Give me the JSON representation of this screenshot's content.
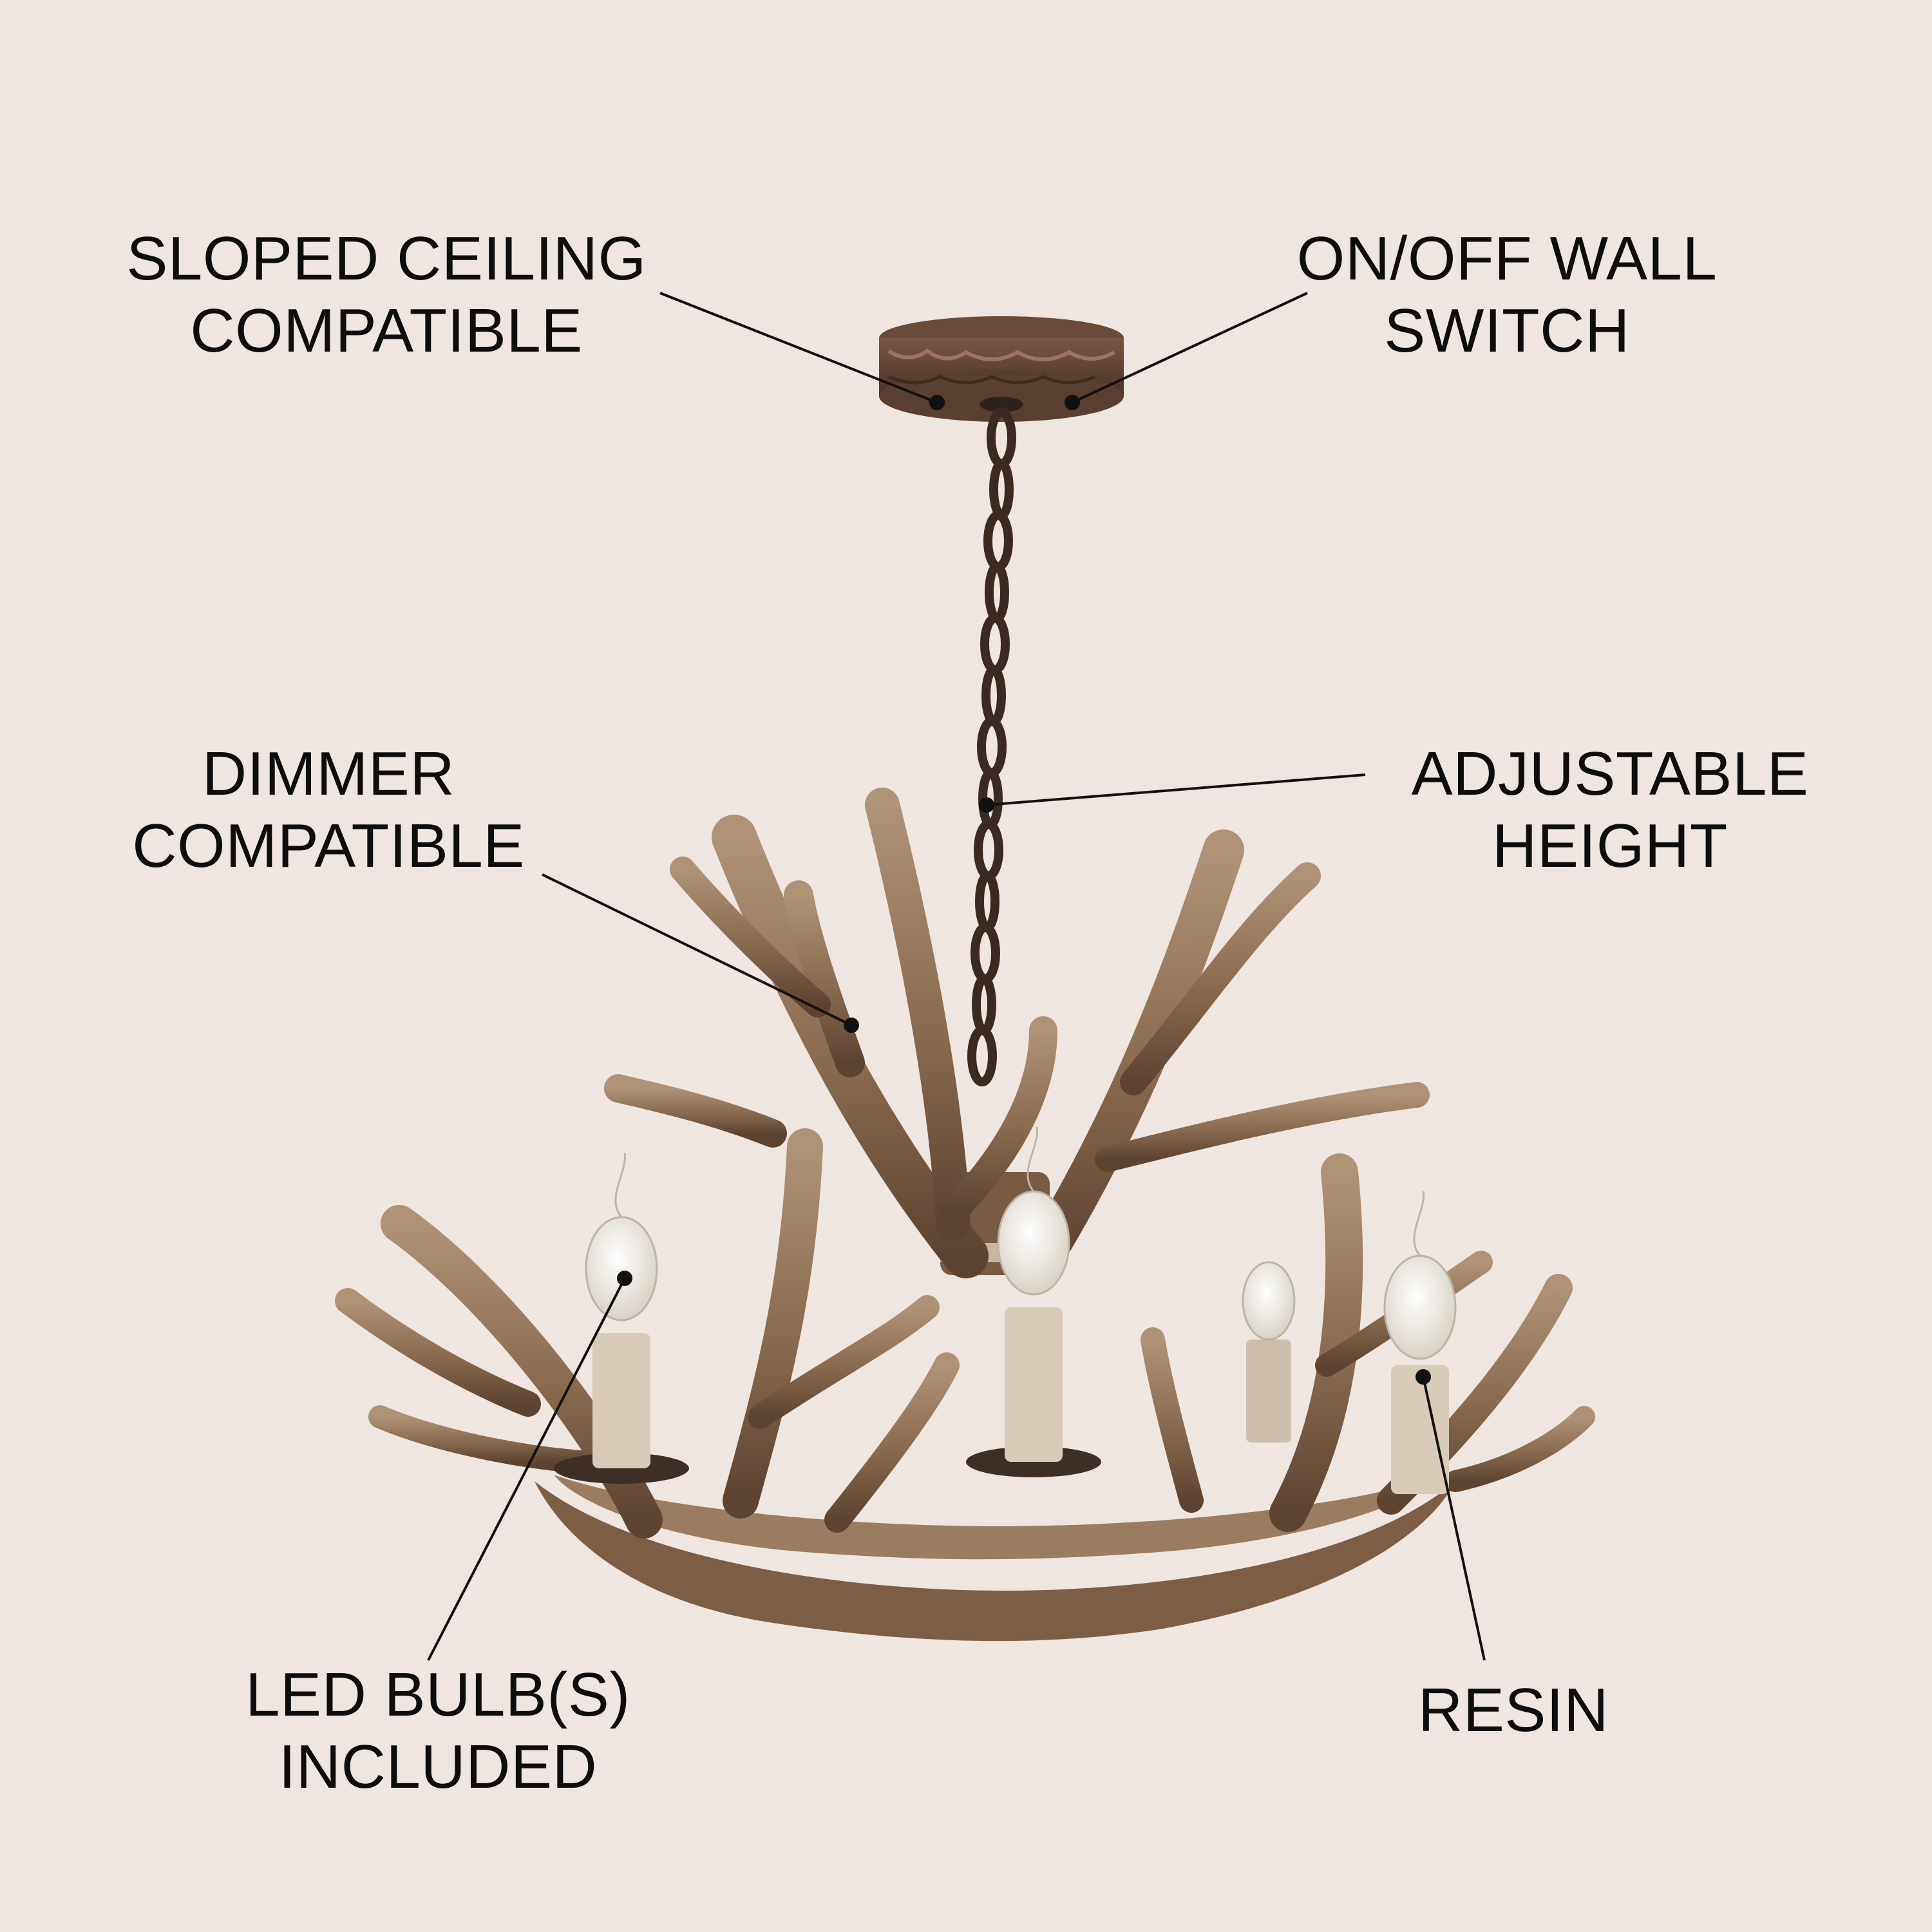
{
  "callouts": {
    "sloped_ceiling": {
      "line1": "SLOPED CEILING",
      "line2": "COMPATIBLE"
    },
    "wall_switch": {
      "line1": "ON/OFF WALL",
      "line2": "SWITCH"
    },
    "dimmer": {
      "line1": "DIMMER",
      "line2": "COMPATIBLE"
    },
    "adjustable_height": {
      "line1": "ADJUSTABLE",
      "line2": "HEIGHT"
    },
    "led_bulbs": {
      "line1": "LED BULB(S)",
      "line2": "INCLUDED"
    },
    "resin": {
      "line1": "RESIN"
    }
  },
  "colors": {
    "background": "#efe5e1",
    "text": "#0d0d0d",
    "antler": "#8a6a4e",
    "antler_light": "#b2957a",
    "antler_dark": "#5e4330",
    "chain": "#3a2a22",
    "candle_sleeve": "#d8cbb8",
    "bulb_glass": "#f4efe6"
  }
}
